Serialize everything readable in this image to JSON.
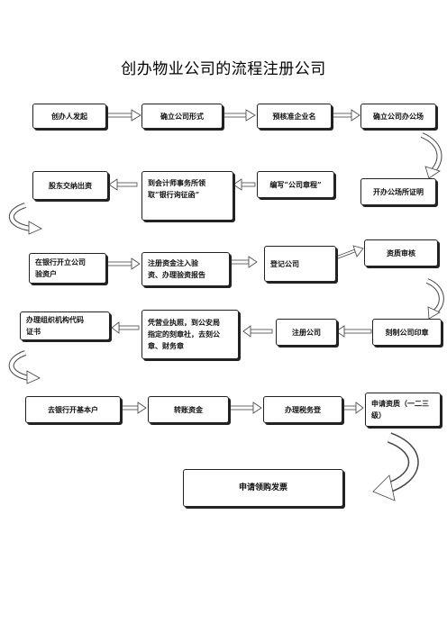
{
  "title": "创办物业公司的流程注册公司",
  "steps": {
    "s1": "创办人发起",
    "s2": "确立公司形式",
    "s3": "预核准企业名",
    "s4": "确立公司办公场",
    "s5": "开办公场所证明",
    "s6": "编写“公司章程”",
    "s7": "到会计师事务所领\n取“银行询征函”",
    "s8": "股东交纳出资",
    "s9": "在银行开立公司\n验资户",
    "s10": "注册资金注入验\n资、办理验资报告",
    "s11": "登记公司",
    "s12": "资质审核",
    "s13": "刻制公司印章",
    "s14": "注册公司",
    "s15": "凭营业执照，到公安局\n指定的刻章社，去刻公\n章、财务章",
    "s16": "办理组织机构代码\n证书",
    "s17": "去银行开基本户",
    "s18": "转账资金",
    "s19": "办理税务登",
    "s20": "申请资质（一二三\n级）",
    "s21": "申请领购发票"
  }
}
